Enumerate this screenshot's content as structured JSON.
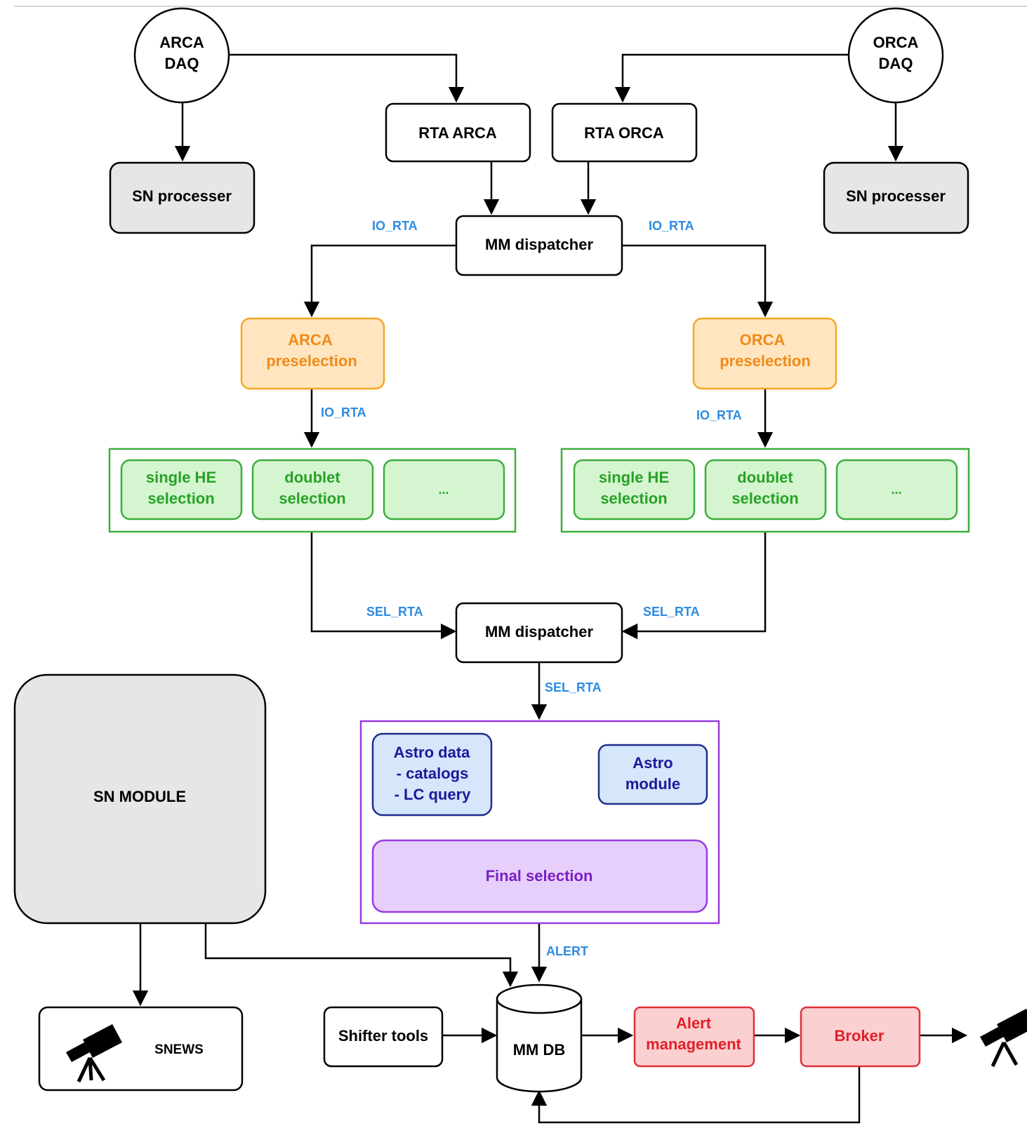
{
  "nodes": {
    "arca_daq": [
      "ARCA",
      "DAQ"
    ],
    "orca_daq": [
      "ORCA",
      "DAQ"
    ],
    "rta_arca": "RTA ARCA",
    "rta_orca": "RTA ORCA",
    "sn_proc_left": "SN processer",
    "sn_proc_right": "SN processer",
    "mm_dispatcher_1": "MM dispatcher",
    "mm_dispatcher_2": "MM dispatcher",
    "arca_presel": [
      "ARCA",
      "preselection"
    ],
    "orca_presel": [
      "ORCA",
      "preselection"
    ],
    "arca_single": [
      "single HE",
      "selection"
    ],
    "arca_doublet": [
      "doublet",
      "selection"
    ],
    "arca_more": "...",
    "orca_single": [
      "single HE",
      "selection"
    ],
    "orca_doublet": [
      "doublet",
      "selection"
    ],
    "orca_more": "...",
    "astro_data": [
      "Astro data",
      "- catalogs",
      "- LC query"
    ],
    "astro_module": [
      "Astro",
      "module"
    ],
    "final_selection": "Final selection",
    "sn_module": "SN MODULE",
    "snews": "SNEWS",
    "shifter_tools": "Shifter tools",
    "mm_db": "MM DB",
    "alert_management": [
      "Alert",
      "management"
    ],
    "broker": "Broker"
  },
  "edge_labels": {
    "io_rta_left": "IO_RTA",
    "io_rta_right": "IO_RTA",
    "io_rta_arca": "IO_RTA",
    "io_rta_orca": "IO_RTA",
    "sel_rta_left": "SEL_RTA",
    "sel_rta_right": "SEL_RTA",
    "sel_rta_down": "SEL_RTA",
    "alert": "ALERT"
  },
  "colors": {
    "gray_fill": "#e6e6e6",
    "orange_stroke": "#f5a623",
    "orange_fill": "#ffe6c0",
    "orange_text": "#f08a18",
    "green_stroke": "#3cae3c",
    "green_fill": "#d5f5d0",
    "green_text": "#27a227",
    "blue_stroke": "#1f2e8a",
    "blue_fill": "#d6e6fb",
    "blue_text": "#1a1a9a",
    "purple_stroke": "#9a3be0",
    "purple_fill": "#e6d0fb",
    "purple_text": "#7a1fc4",
    "red_stroke": "#e0303a",
    "red_fill": "#fbd0d0",
    "red_text": "#e0202a",
    "label_blue": "#2f8be0"
  },
  "icons": [
    "telescope-icon",
    "telescope-icon"
  ]
}
